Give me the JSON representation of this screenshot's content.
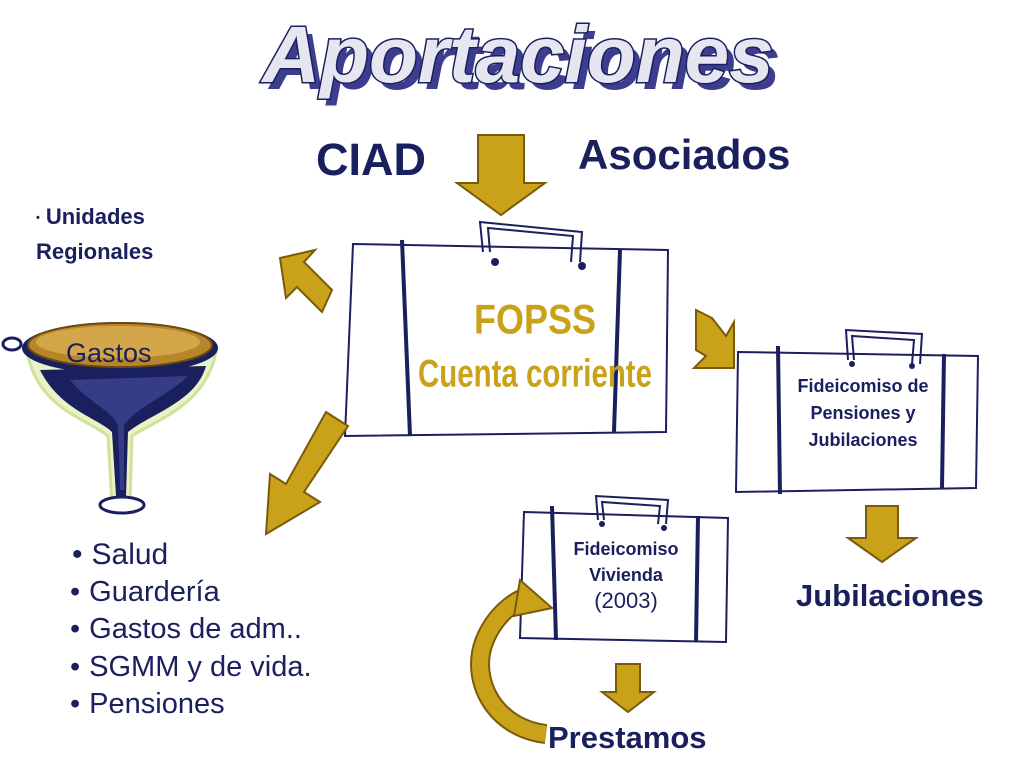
{
  "title": "Aportaciones",
  "headings": {
    "ciad": "CIAD",
    "asociados": "Asociados"
  },
  "unidades": {
    "line1": "Unidades",
    "line2": "Regionales"
  },
  "funnel_label": "Gastos",
  "fopss": {
    "line1": "FOPSS",
    "line2": "Cuenta corriente"
  },
  "fideicomiso_pensiones": {
    "line1": "Fideicomiso de",
    "line2": "Pensiones y",
    "line3": "Jubilaciones"
  },
  "fideicomiso_vivienda": {
    "line1": "Fideicomiso",
    "line2": "Vivienda",
    "line3": "(2003)"
  },
  "outputs": {
    "jubilaciones": "Jubilaciones",
    "prestamos": "Prestamos"
  },
  "gastos_items": [
    "Salud",
    "Guardería",
    "Gastos de adm..",
    "SGMM y  de vida.",
    "Pensiones"
  ],
  "colors": {
    "navy": "#1a1f5e",
    "gold": "#c9a21a",
    "funnel_rim": "#b8862a",
    "title_fill": "#e6e6f0"
  }
}
